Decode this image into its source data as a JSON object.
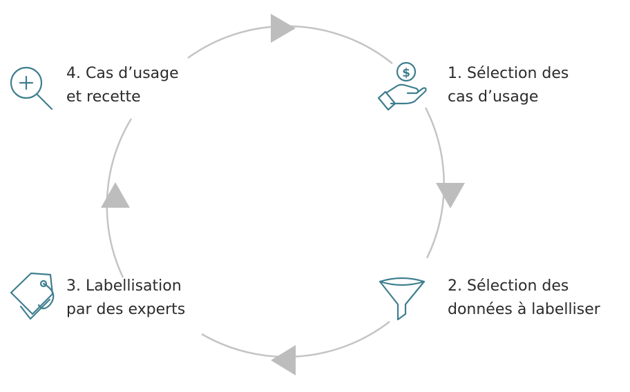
{
  "steps": [
    {
      "number": "1.",
      "line1": "Sélection des",
      "line2": "cas d’usage",
      "icon": "hand-coin-icon"
    },
    {
      "number": "2.",
      "line1": "Sélection des",
      "line2": "données à labelliser",
      "icon": "funnel-icon"
    },
    {
      "number": "3.",
      "line1": "Labellisation",
      "line2": "par des experts",
      "icon": "tag-icon"
    },
    {
      "number": "4.",
      "line1": "Cas d’usage",
      "line2": "et recette",
      "icon": "magnifier-plus-icon"
    }
  ],
  "icon_glyphs": {
    "coin_symbol": "$"
  },
  "colors": {
    "icon": "#3e7e8e",
    "cycle": "#c4c4c4",
    "arrow": "#bdbdbd",
    "text": "#2b2b2b"
  }
}
